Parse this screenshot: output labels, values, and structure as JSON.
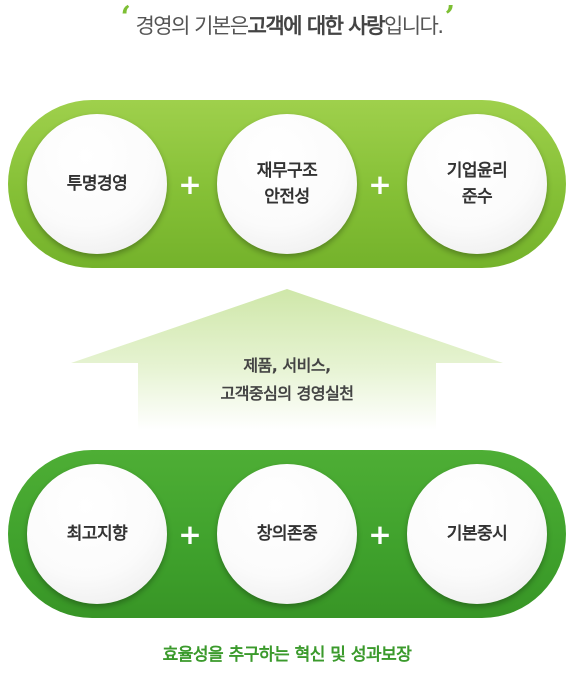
{
  "headline": {
    "open_quote": "‘",
    "close_quote": "’",
    "prefix": "경영의 기본은 ",
    "emphasis": "고객에 대한 사랑",
    "suffix": "입니다."
  },
  "top_group": {
    "items": [
      {
        "line1": "투명경영",
        "line2": ""
      },
      {
        "line1": "재무구조",
        "line2": "안전성"
      },
      {
        "line1": "기업윤리",
        "line2": "준수"
      }
    ],
    "plus": "+"
  },
  "arrow": {
    "line1": "제품, 서비스,",
    "line2": "고객중심의 경영실천"
  },
  "bottom_group": {
    "items": [
      {
        "label": "최고지향"
      },
      {
        "label": "창의존중"
      },
      {
        "label": "기본중시"
      }
    ],
    "plus": "+"
  },
  "footer": "효율성을 추구하는 혁신 및 성과보장",
  "colors": {
    "top_pill": "#85c036",
    "bottom_pill": "#3fa12c",
    "accent_quote": "#7dbf34",
    "footer_text": "#3b9a2c"
  }
}
